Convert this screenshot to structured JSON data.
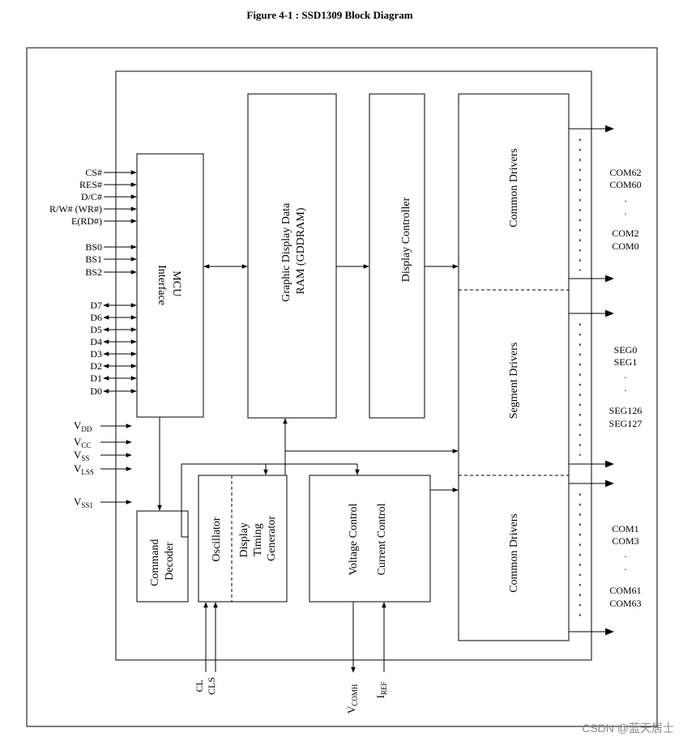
{
  "figure": {
    "title": "Figure 4-1 : SSD1309 Block Diagram",
    "watermark": "CSDN @蓝天居士"
  },
  "blocks": {
    "mcu_interface": [
      "MCU",
      "Interface"
    ],
    "gddram": [
      "Graphic Display Data",
      "RAM (GDDRAM)"
    ],
    "display_controller": [
      "Display Controller"
    ],
    "common_drivers_top": [
      "Common Drivers"
    ],
    "segment_drivers": [
      "Segment Drivers"
    ],
    "common_drivers_bottom": [
      "Common Drivers"
    ],
    "command_decoder": [
      "Command",
      "Decoder"
    ],
    "oscillator": [
      "Oscillator"
    ],
    "display_timing_generator": [
      "Display",
      "Timing",
      "Generator"
    ],
    "voltage_control": [
      "Voltage Control"
    ],
    "current_control": [
      "Current Control"
    ]
  },
  "inputs": {
    "control": [
      "CS#",
      "RES#",
      "D/C#",
      "R/W# (WR#)",
      "E(RD#)"
    ],
    "bus_select": [
      "BS0",
      "BS1",
      "BS2"
    ],
    "data_bus": [
      "D7",
      "D6",
      "D5",
      "D4",
      "D3",
      "D2",
      "D1",
      "D0"
    ],
    "power": [
      {
        "main": "V",
        "sub": "DD"
      },
      {
        "main": "V",
        "sub": "CC"
      },
      {
        "main": "V",
        "sub": "SS"
      },
      {
        "main": "V",
        "sub": "LSS"
      },
      {
        "main": "V",
        "sub": "SS1"
      }
    ]
  },
  "bottom_pins": {
    "clock": [
      "CL",
      "CLS"
    ],
    "vcomh": {
      "main": "V",
      "sub": "COMH"
    },
    "iref": {
      "main": "I",
      "sub": "REF"
    }
  },
  "outputs": {
    "com_top": [
      "COM62",
      "COM60",
      ".",
      ".",
      "COM2",
      "COM0"
    ],
    "seg": [
      "SEG0",
      "SEG1",
      ".",
      ".",
      "SEG126",
      "SEG127"
    ],
    "com_bottom": [
      "COM1",
      "COM3",
      ".",
      ".",
      "COM61",
      "COM63"
    ]
  }
}
